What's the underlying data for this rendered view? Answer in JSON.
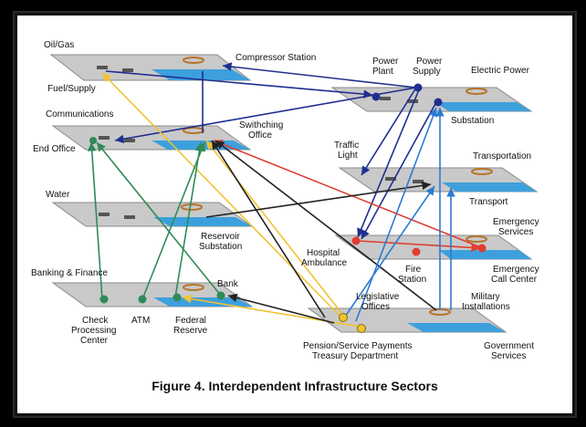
{
  "caption": "Figure 4. Interdependent Infrastructure Sectors",
  "colors": {
    "navy": "#1f2f8f",
    "yellow": "#f1c232",
    "green": "#2e8b57",
    "red": "#e03c31",
    "blue": "#2b7bd3",
    "black": "#222222",
    "plane": "#c9c9c9",
    "plane_shadow": "#8a8a8a",
    "plane_water": "#3da0dc"
  },
  "labels": {
    "oil_gas": "Oil/Gas",
    "compressor_station": "Compressor Station",
    "power_plant_1": "Power",
    "power_plant_2": "Plant",
    "power_supply_1": "Power",
    "power_supply_2": "Supply",
    "electric_power": "Electric Power",
    "fuel_supply": "Fuel/Supply",
    "substation": "Substation",
    "communications": "Communications",
    "switching_office_1": "Swithching",
    "switching_office_2": "Office",
    "end_office": "End Office",
    "traffic_light_1": "Traffic",
    "traffic_light_2": "Light",
    "transportation": "Transportation",
    "water": "Water",
    "transport": "Transport",
    "reservoir_1": "Reservoir",
    "reservoir_2": "Substation",
    "emergency_services_1": "Emergency",
    "emergency_services_2": "Services",
    "hospital_1": "Hospital",
    "hospital_2": "Ambulance",
    "fire_station_1": "Fire",
    "fire_station_2": "Station",
    "call_center_1": "Emergency",
    "call_center_2": "Call Center",
    "banking_finance": "Banking & Finance",
    "bank": "Bank",
    "legislative_1": "Legislative",
    "legislative_2": "Offices",
    "military_1": "Military",
    "military_2": "Installations",
    "check_1": "Check",
    "check_2": "Processing",
    "check_3": "Center",
    "atm": "ATM",
    "federal_1": "Federal",
    "federal_2": "Reserve",
    "pension_1": "Pension/Service Payments",
    "pension_2": "Treasury Department",
    "government_1": "Government",
    "government_2": "Services"
  }
}
